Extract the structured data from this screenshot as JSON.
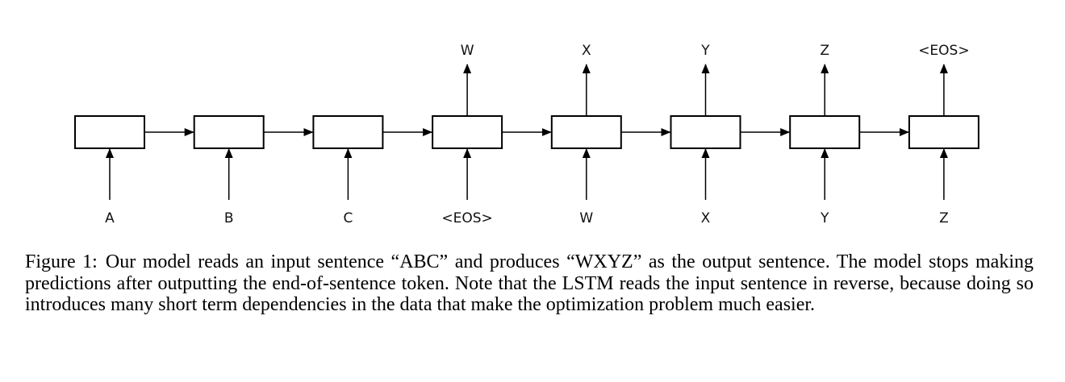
{
  "figure": {
    "input_labels": [
      "A",
      "B",
      "C",
      "<EOS>",
      "W",
      "X",
      "Y",
      "Z"
    ],
    "output_labels": [
      "",
      "",
      "",
      "W",
      "X",
      "Y",
      "Z",
      "<EOS>"
    ]
  },
  "caption": {
    "label": "Figure 1:",
    "text": "Our model reads an input sentence “ABC” and produces “WXYZ” as the output sentence. The model stops making predictions after outputting the end-of-sentence token. Note that the LSTM reads the input sentence in reverse, because doing so introduces many short term dependencies in the data that make the optimization problem much easier."
  }
}
